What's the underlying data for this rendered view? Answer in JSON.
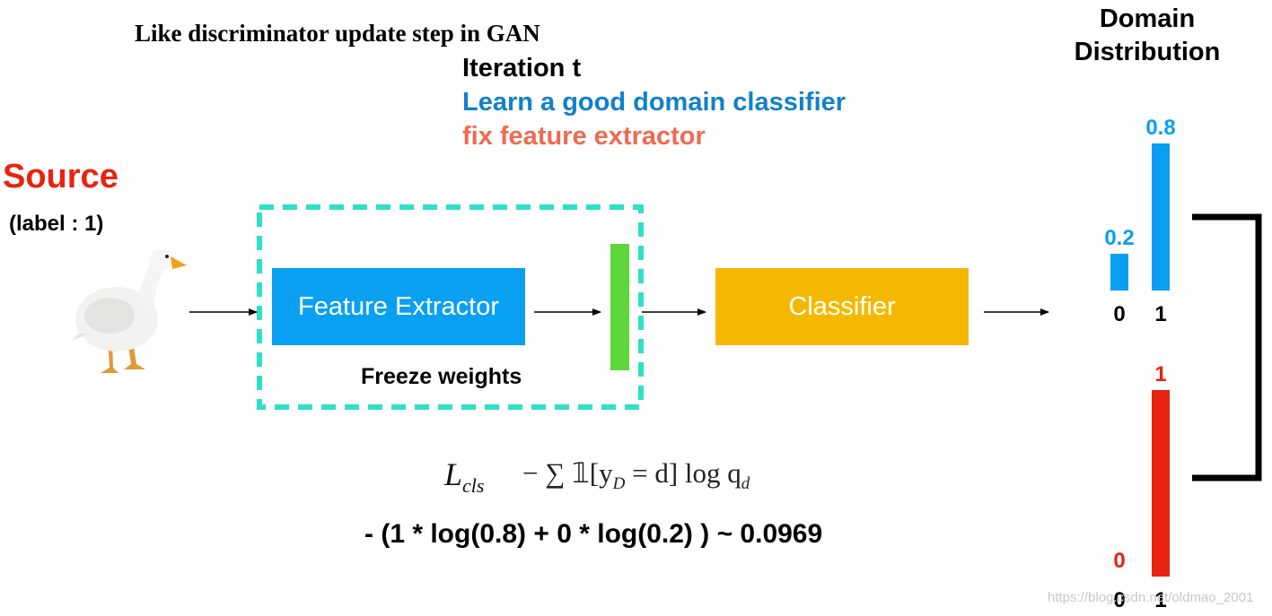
{
  "header": {
    "title": "Like discriminator update step in GAN",
    "iteration": "Iteration t",
    "learn": "Learn a good domain classifier",
    "fix": "fix feature extractor"
  },
  "source": {
    "label": "Source",
    "sublabel": "(label : 1)"
  },
  "pipeline": {
    "feature_extractor": "Feature Extractor",
    "freeze": "Freeze weights",
    "classifier": "Classifier"
  },
  "domain_distribution": {
    "title_line1": "Domain",
    "title_line2": "Distribution",
    "predicted": {
      "categories": [
        "0",
        "1"
      ],
      "values": [
        0.2,
        0.8
      ],
      "value_labels": [
        "0.2",
        "0.8"
      ],
      "color": "#0a9ff0"
    },
    "target": {
      "categories": [
        "0",
        "1"
      ],
      "values": [
        0,
        1
      ],
      "value_labels": [
        "0",
        "1"
      ],
      "color": "#e8230f"
    }
  },
  "loss": {
    "symbol": "L",
    "subscript": "cls",
    "formula_sum": "− ∑ 𝟙[y",
    "formula_sub": "D",
    "formula_rest": " = d] log q",
    "formula_sub2": "d",
    "computation": "- (1 * log(0.8) + 0 * log(0.2) ) ~ 0.0969"
  },
  "watermark": "https://blog.csdn.net/oldmao_2001",
  "colors": {
    "source_red": "#e8230f",
    "learn_blue": "#1181c8",
    "fix_salmon": "#ef6a50",
    "feature_blue": "#0aa0f2",
    "classifier_yellow": "#f5b800",
    "feature_vector_green": "#5ed63a",
    "freeze_border": "#2ee0c8"
  }
}
